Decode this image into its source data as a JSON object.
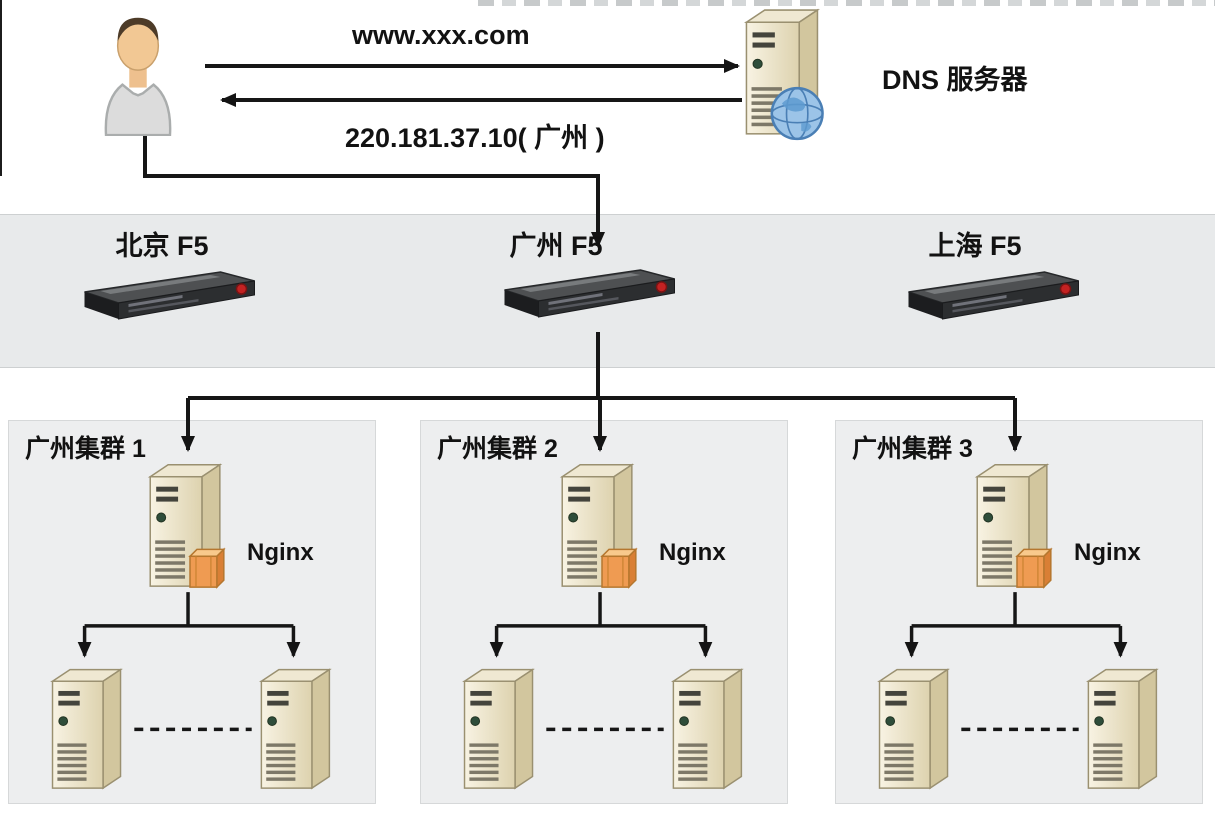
{
  "diagram": {
    "kind": "network-architecture-diagram",
    "top": {
      "request_label": "www.xxx.com",
      "response_label": "220.181.37.10( 广州 )",
      "dns_label": "DNS 服务器"
    },
    "f5_band": {
      "items": [
        {
          "label": "北京 F5"
        },
        {
          "label": "广州 F5"
        },
        {
          "label": "上海 F5"
        }
      ]
    },
    "clusters": [
      {
        "title": "广州集群 1",
        "nginx_label": "Nginx"
      },
      {
        "title": "广州集群 2",
        "nginx_label": "Nginx"
      },
      {
        "title": "广州集群 3",
        "nginx_label": "Nginx"
      }
    ],
    "icons": [
      "user-person-icon",
      "dns-server-with-globe-icon",
      "rack-server-f5-icon",
      "nginx-tower-server-icon",
      "web-tower-server-icon"
    ],
    "colors": {
      "background": "#ffffff",
      "band_fill": "#e8eaeb",
      "cluster_fill": "#edeeef",
      "connector": "#161616",
      "server_body": "#efe8d2",
      "nginx_orange": "#ef9b52",
      "globe_blue": "#9cc4e8",
      "rack_dark": "#2c2e30",
      "rack_red_dot": "#c32222",
      "shirt_gray": "#dcdcdc",
      "skin": "#f2c894"
    }
  }
}
